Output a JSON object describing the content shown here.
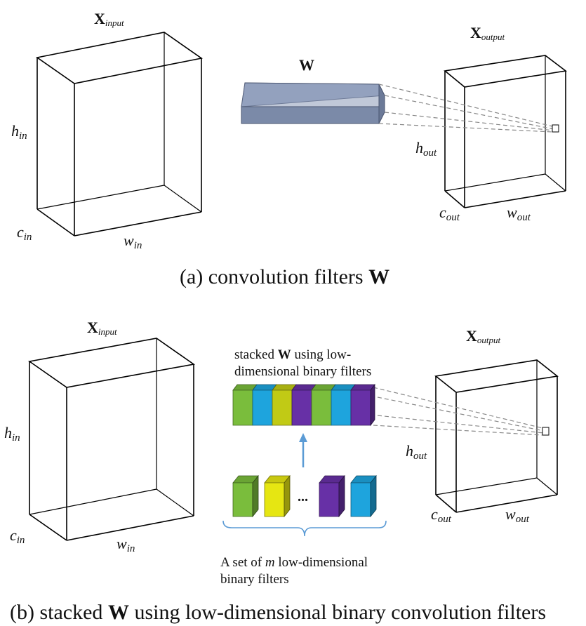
{
  "panel_a": {
    "x_input": {
      "main": "X",
      "sub": "input"
    },
    "w_label": "W",
    "x_output": {
      "main": "X",
      "sub": "output"
    },
    "h_in": {
      "main": "h",
      "sub": "in"
    },
    "c_in": {
      "main": "c",
      "sub": "in"
    },
    "w_in": {
      "main": "w",
      "sub": "in"
    },
    "h_out": {
      "main": "h",
      "sub": "out"
    },
    "c_out": {
      "main": "c",
      "sub": "out"
    },
    "w_out": {
      "main": "w",
      "sub": "out"
    },
    "caption": {
      "prefix": "(a)  convolution filters ",
      "bold": "W"
    },
    "filter_color": "#7b8aa8"
  },
  "panel_b": {
    "x_input": {
      "main": "X",
      "sub": "input"
    },
    "x_output": {
      "main": "X",
      "sub": "output"
    },
    "h_in": {
      "main": "h",
      "sub": "in"
    },
    "c_in": {
      "main": "c",
      "sub": "in"
    },
    "w_in": {
      "main": "w",
      "sub": "in"
    },
    "h_out": {
      "main": "h",
      "sub": "out"
    },
    "c_out": {
      "main": "c",
      "sub": "out"
    },
    "w_out": {
      "main": "w",
      "sub": "out"
    },
    "stacked_label": {
      "pre": "stacked ",
      "bold": "W",
      "post": " using low-",
      "line2": "dimensional binary filters"
    },
    "ellipsis": "...",
    "set_label": {
      "pre": "A set of ",
      "italic": "m",
      "post": " low-dimensional",
      "line2": "binary filters"
    },
    "caption": {
      "prefix": "(b)  stacked ",
      "bold": "W",
      "suffix": " using low-dimensional binary convolution filters"
    },
    "stack_colors": [
      "#6aa434",
      "#1a8fc0",
      "#a8b012",
      "#5a2a90",
      "#6aa434",
      "#1a8fc0",
      "#5a2a90"
    ],
    "set_colors": [
      "#6aa434",
      "#c8c810",
      "#5a2a90",
      "#1a8fc0"
    ],
    "arrow_color": "#5b9bd5"
  }
}
